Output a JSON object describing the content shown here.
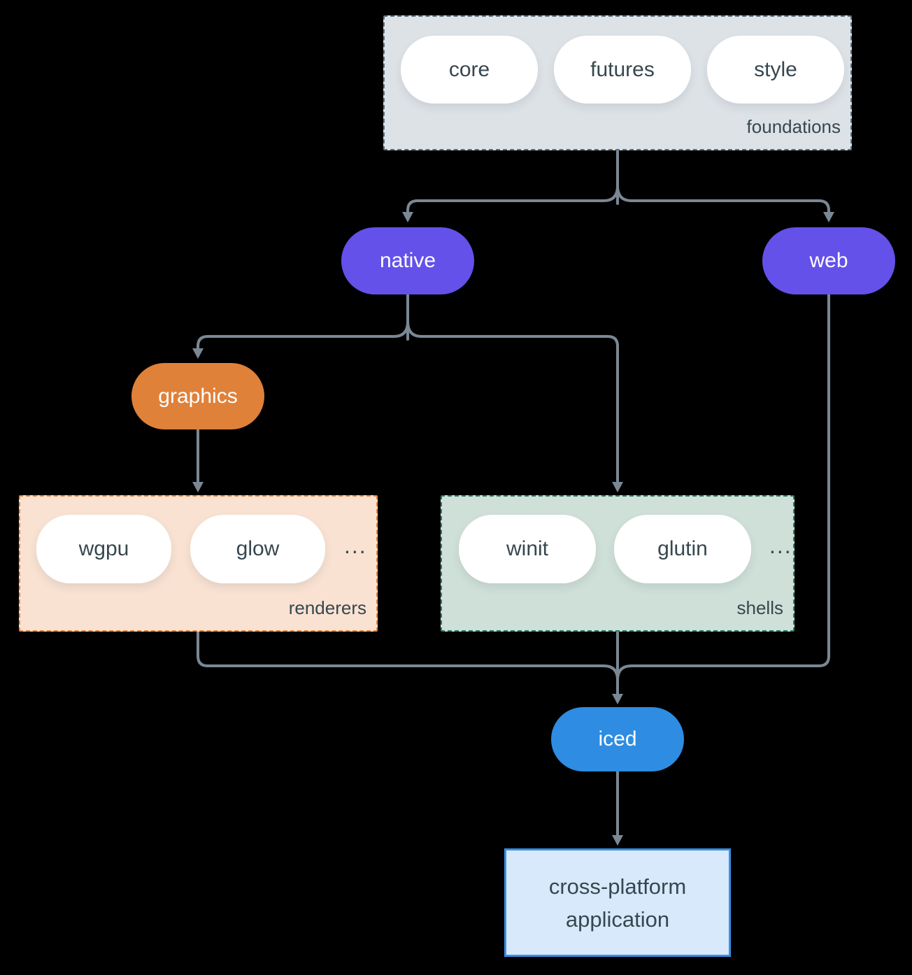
{
  "diagram": {
    "foundations": {
      "label": "foundations",
      "pills": [
        "core",
        "futures",
        "style"
      ]
    },
    "native_label": "native",
    "web_label": "web",
    "graphics_label": "graphics",
    "renderers": {
      "label": "renderers",
      "pills": [
        "wgpu",
        "glow"
      ],
      "ellipsis": "..."
    },
    "shells": {
      "label": "shells",
      "pills": [
        "winit",
        "glutin"
      ],
      "ellipsis": "..."
    },
    "iced_label": "iced",
    "application": {
      "line1": "cross-platform",
      "line2": "application"
    }
  },
  "colors": {
    "background": "#000000",
    "foundations_fill": "#dde2e6",
    "foundations_border": "#5d707e",
    "platform_purple": "#6451e9",
    "graphics_orange": "#e0813a",
    "renderers_fill": "#f9e2d2",
    "renderers_border": "#e8853e",
    "shells_fill": "#cfe0d8",
    "shells_border": "#2e7b6c",
    "iced_blue": "#2e8ce2",
    "application_fill": "#d8e9fb",
    "application_border": "#3890e5",
    "connector_gray": "#7a8894",
    "text_dark": "#37474f"
  }
}
